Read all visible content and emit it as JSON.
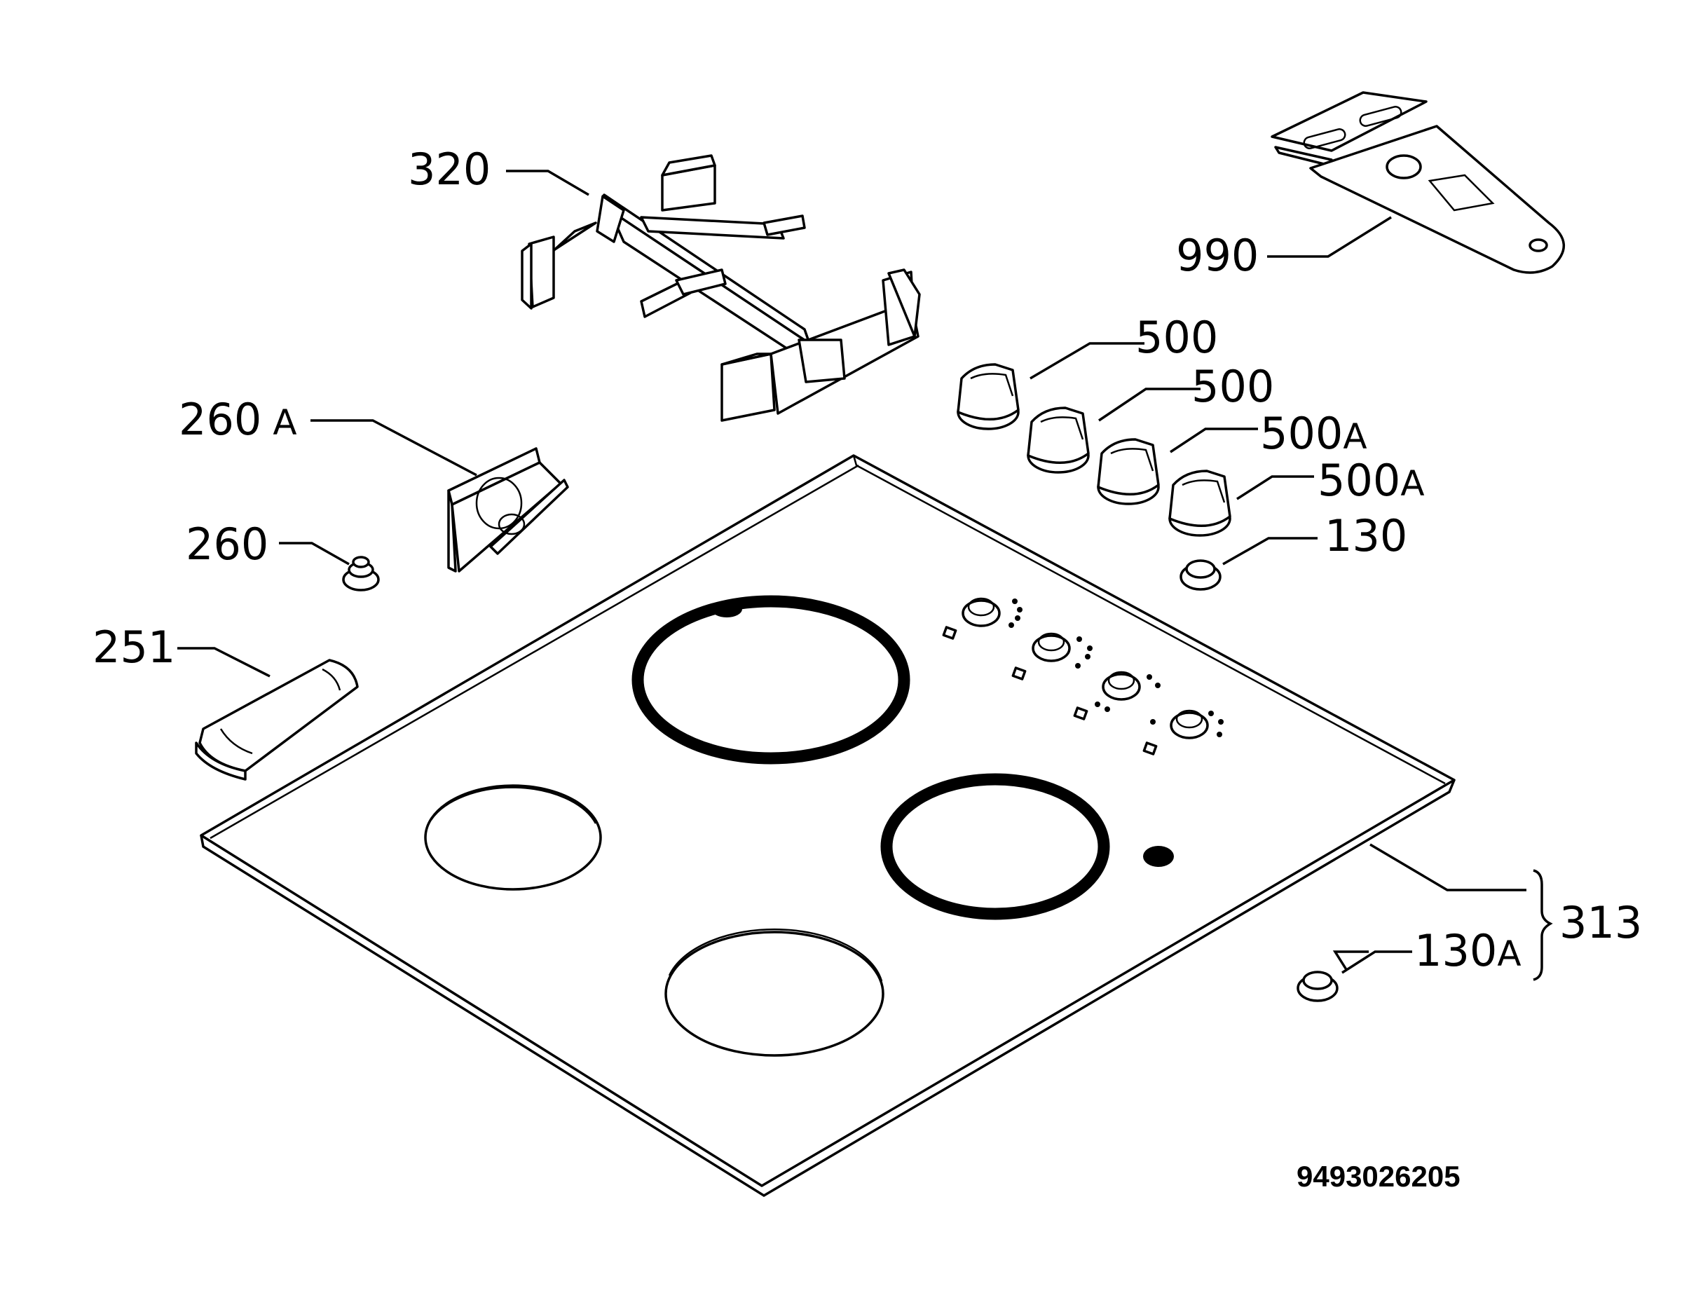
{
  "diagram_code": "9493026205",
  "labels": {
    "p320": "320",
    "p990": "990",
    "p500_1": "500",
    "p500_2": "500",
    "p500a_1": "500",
    "p500a_2": "500",
    "p260a": "260",
    "p260": "260",
    "p130": "130",
    "p251": "251",
    "p313": "313",
    "p130a": "130",
    "suffix_a": "A"
  }
}
